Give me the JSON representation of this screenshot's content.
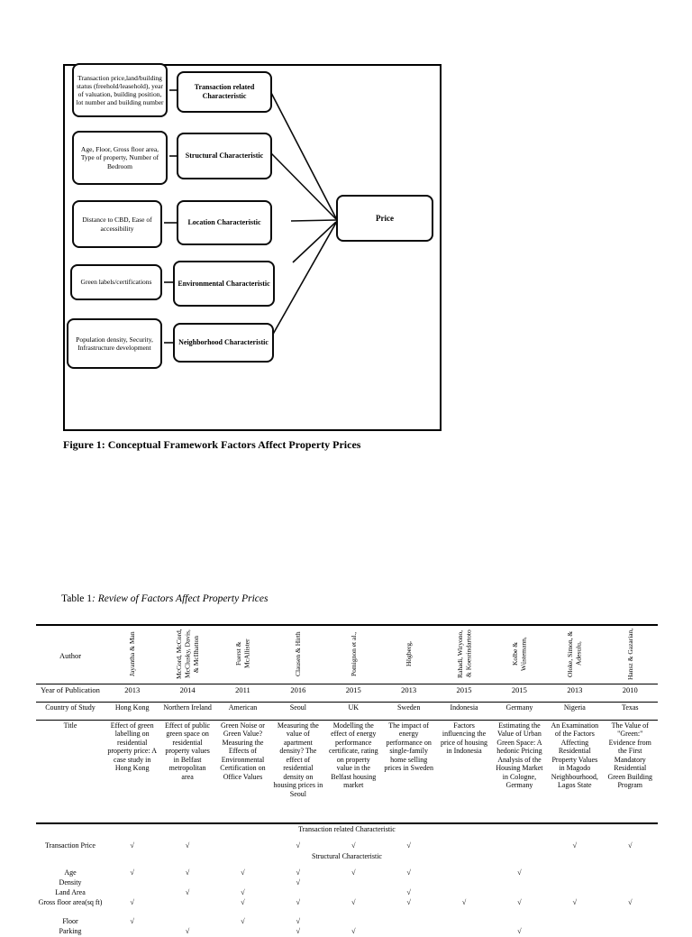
{
  "figure": {
    "caption": "Figure 1: Conceptual Framework Factors Affect Property Prices",
    "price_box_label": "Price",
    "detail_boxes": [
      {
        "text": "Transaction price,land/building status (freehold/leasehold), year of valuation, building position, lot number and building number"
      },
      {
        "text": "Age, Floor, Gross floor area, Type of property, Number of Bedroom"
      },
      {
        "text": "Distance to CBD, Ease of accessibility"
      },
      {
        "text": "Green labels/certifications"
      },
      {
        "text": "Population density, Security, Infrastructure development"
      }
    ],
    "characteristic_boxes": [
      {
        "text": "Transaction related Characteristic"
      },
      {
        "text": "Structural Characteristic"
      },
      {
        "text": "Location Characteristic"
      },
      {
        "text": "Environmental Characteristic"
      },
      {
        "text": "Neighborhood Characteristic"
      }
    ]
  },
  "table": {
    "title_normal": "Table 1",
    "title_italic": ": Review of Factors Affect Property Prices",
    "author_header": "Author",
    "year_label": "Year of Publication",
    "country_label": "Country of Study",
    "title_label": "Title",
    "authors": [
      "Jayantha & Man",
      "McCord, McCord, McClusky, Davis, & McIlhatton",
      "Fuerst & McAllister",
      "Clausen & Hirth",
      "Pomignon et al.,",
      "Högberg,",
      "Rahadi, Wiryono, & Koesrindartoto",
      "Kolbe & Wüstemann,",
      "Oloke, Simon, & Adesulu,",
      "Hansz & Gazarian,"
    ],
    "years": [
      "2013",
      "2014",
      "2011",
      "2016",
      "2015",
      "2013",
      "2015",
      "2015",
      "2013",
      "2010"
    ],
    "countries": [
      "Hong Kong",
      "Northern Ireland",
      "American",
      "Seoul",
      "UK",
      "Sweden",
      "Indonesia",
      "Germany",
      "Nigeria",
      "Texas"
    ],
    "titles": [
      "Effect of green labelling on residential property price: A case study in Hong Kong",
      "Effect of public green space on residential property values in Belfast metropolitan area",
      "Green Noise or Green Value? Measuring the Effects of Environmental Certification on Office Values",
      "Measuring the value of apartment density? The effect of residential density on housing prices in Seoul",
      "Modelling the effect of energy performance certificate, rating on property value in the Belfast housing market",
      "The impact of energy performance on single-family home selling prices in Sweden",
      "Factors influencing the price of housing in Indonesia",
      "Estimating the Value of Urban Green Space: A hedonic Pricing Analysis of the Housing Market in Cologne, Germany",
      "An Examination of the Factors Affecting Residential Property Values in Magodo Neighbourhood, Lagos State",
      "The Value of \"Green:\" Evidence from the First Mandatory Residential Green Building Program"
    ],
    "sections": {
      "transaction": "Transaction related Characteristic",
      "structural": "Structural Characteristic"
    },
    "factors": {
      "transaction_price": {
        "label": "Transaction Price",
        "checks": [
          "√",
          "√",
          "",
          "√",
          "√",
          "√",
          "",
          "",
          "√",
          "√"
        ]
      },
      "age": {
        "label": "Age",
        "checks": [
          "√",
          "√",
          "√",
          "√",
          "√",
          "√",
          "",
          "√",
          "",
          ""
        ]
      },
      "density": {
        "label": "Density",
        "checks": [
          "",
          "",
          "",
          "√",
          "",
          "",
          "",
          "",
          "",
          ""
        ]
      },
      "land_area": {
        "label": "Land Area",
        "checks": [
          "",
          "√",
          "√",
          "",
          "",
          "√",
          "",
          "",
          "",
          ""
        ]
      },
      "gross_floor": {
        "label": "Gross floor area(sq ft)",
        "checks": [
          "√",
          "",
          "√",
          "√",
          "√",
          "√",
          "√",
          "√",
          "√",
          "√"
        ]
      },
      "floor": {
        "label": "Floor",
        "checks": [
          "√",
          "",
          "√",
          "√",
          "",
          "",
          "",
          "",
          "",
          ""
        ]
      },
      "parking": {
        "label": "Parking",
        "checks": [
          "",
          "√",
          "",
          "√",
          "√",
          "",
          "",
          "√",
          "",
          ""
        ]
      }
    }
  }
}
